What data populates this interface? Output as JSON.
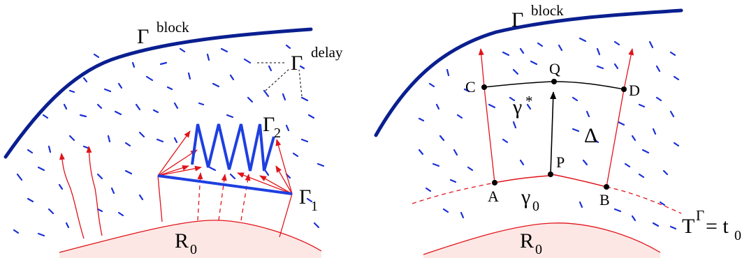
{
  "colors": {
    "boundary": "#0a1f8f",
    "delay": "#1a2fd6",
    "front": "#1e3fe0",
    "rays": "#e0141b",
    "region_fill": "#fde7e4",
    "region_edge": "#e0141b",
    "curve": "#000000"
  },
  "left": {
    "gamma_block": {
      "main": "Γ",
      "sup": "block"
    },
    "gamma_delay": {
      "main": "Γ",
      "sup": "delay"
    },
    "gamma_1": {
      "main": "Γ",
      "sub": "1"
    },
    "gamma_2": {
      "main": "Γ",
      "sub": "2"
    },
    "region": {
      "main": "R",
      "sub": "0"
    }
  },
  "right": {
    "gamma_block": {
      "main": "Γ",
      "sup": "block"
    },
    "points": {
      "A": "A",
      "B": "B",
      "C": "C",
      "D": "D",
      "P": "P",
      "Q": "Q"
    },
    "gamma_star": {
      "main": "γ",
      "sup": "*"
    },
    "gamma_0": {
      "main": "γ",
      "sub": "0"
    },
    "delta": "Δ",
    "region": {
      "main": "R",
      "sub": "0"
    },
    "level_set": {
      "main": "T",
      "sup": "Γ",
      "eq": "= t",
      "sub": "0"
    }
  }
}
